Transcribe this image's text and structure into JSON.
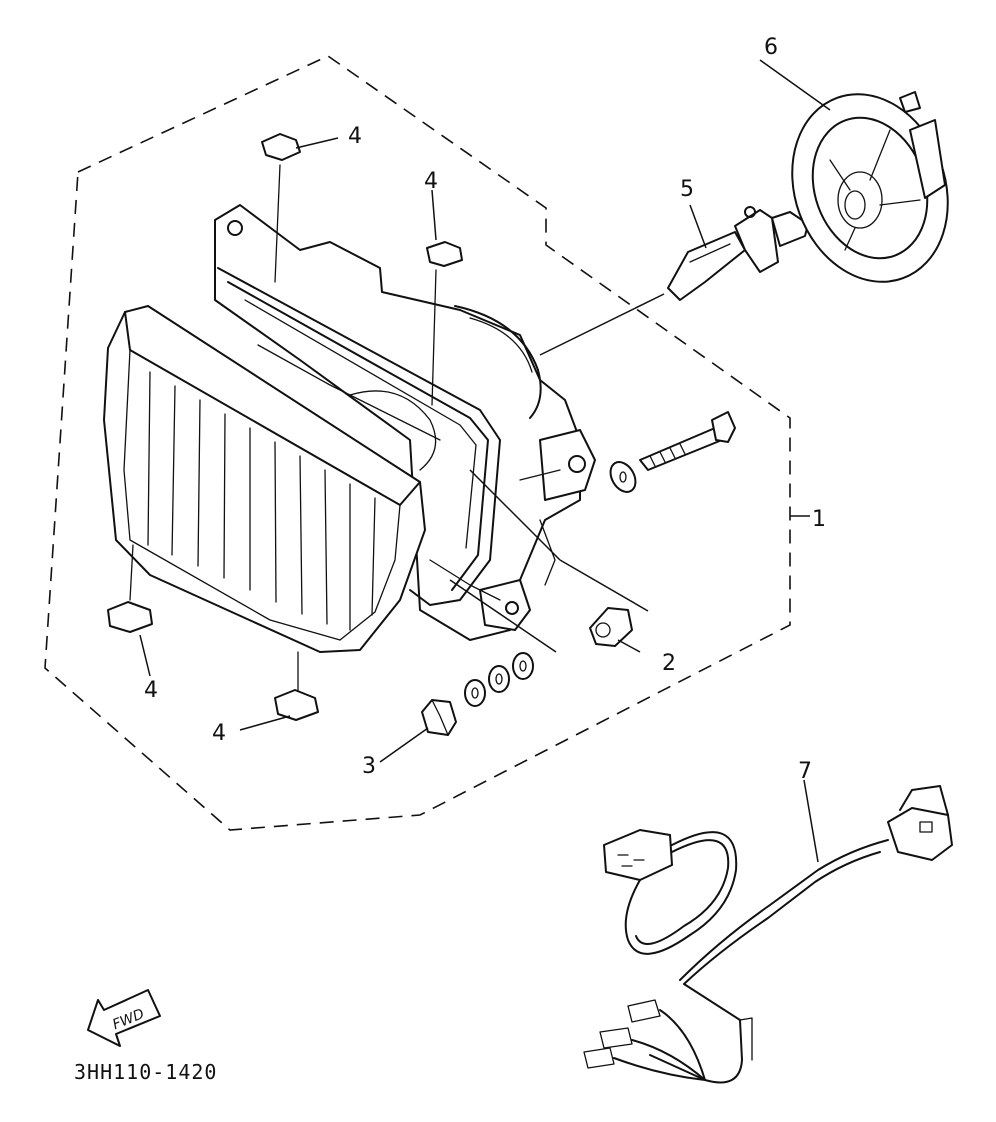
{
  "diagram": {
    "catalog_code": "3HH110-1420",
    "fwd_label": "FWD",
    "callouts": {
      "c1": "1",
      "c2": "2",
      "c3": "3",
      "c4a": "4",
      "c4b": "4",
      "c4c": "4",
      "c4d": "4",
      "c5": "5",
      "c6": "6",
      "c7": "7"
    }
  }
}
